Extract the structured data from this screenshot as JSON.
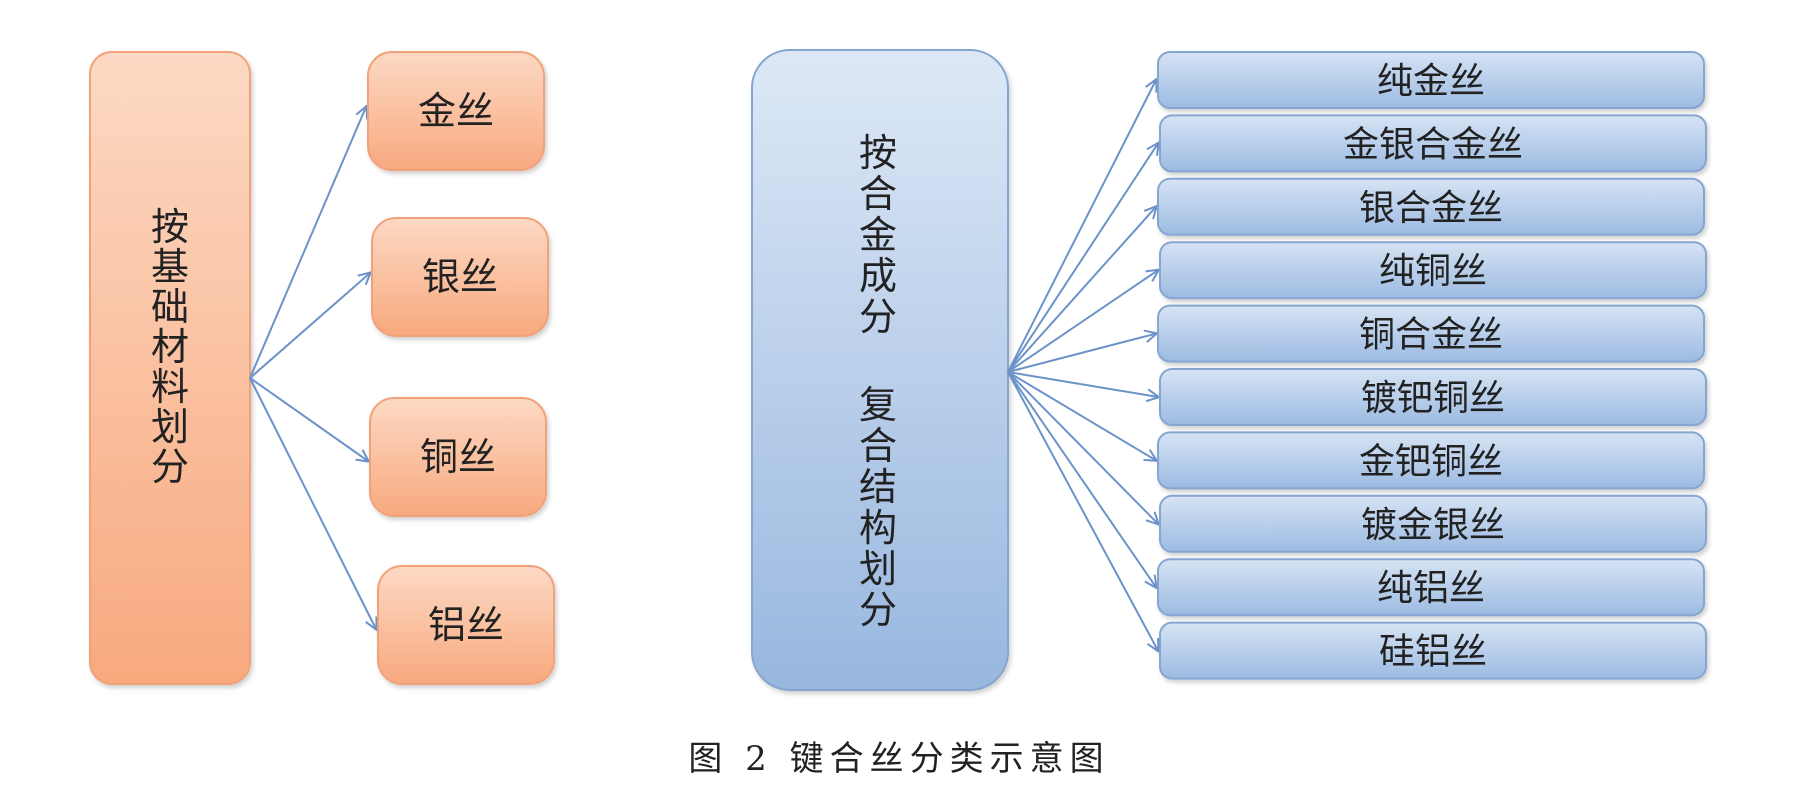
{
  "left_group": {
    "root_label": "按基础材料划分",
    "items": [
      {
        "label": "金丝"
      },
      {
        "label": "银丝"
      },
      {
        "label": "铜丝"
      },
      {
        "label": "铝丝"
      }
    ]
  },
  "right_group": {
    "root_label_part1": "按合金成分",
    "root_label_part2": "复合结构划分",
    "items": [
      {
        "label": "纯金丝"
      },
      {
        "label": "金银合金丝"
      },
      {
        "label": "银合金丝"
      },
      {
        "label": "纯铜丝"
      },
      {
        "label": "铜合金丝"
      },
      {
        "label": "镀钯铜丝"
      },
      {
        "label": "金钯铜丝"
      },
      {
        "label": "镀金银丝"
      },
      {
        "label": "纯铝丝"
      },
      {
        "label": "硅铝丝"
      }
    ]
  },
  "caption": "图 2  键合丝分类示意图",
  "colors": {
    "orange_top": "#fcd9c4",
    "orange_bottom": "#f8a97e",
    "orange_stroke": "#f2a27a",
    "blue_top": "#dde8f6",
    "blue_bottom": "#98b7df",
    "blue_stroke": "#86a6d1",
    "arrow": "#6b93c9"
  }
}
